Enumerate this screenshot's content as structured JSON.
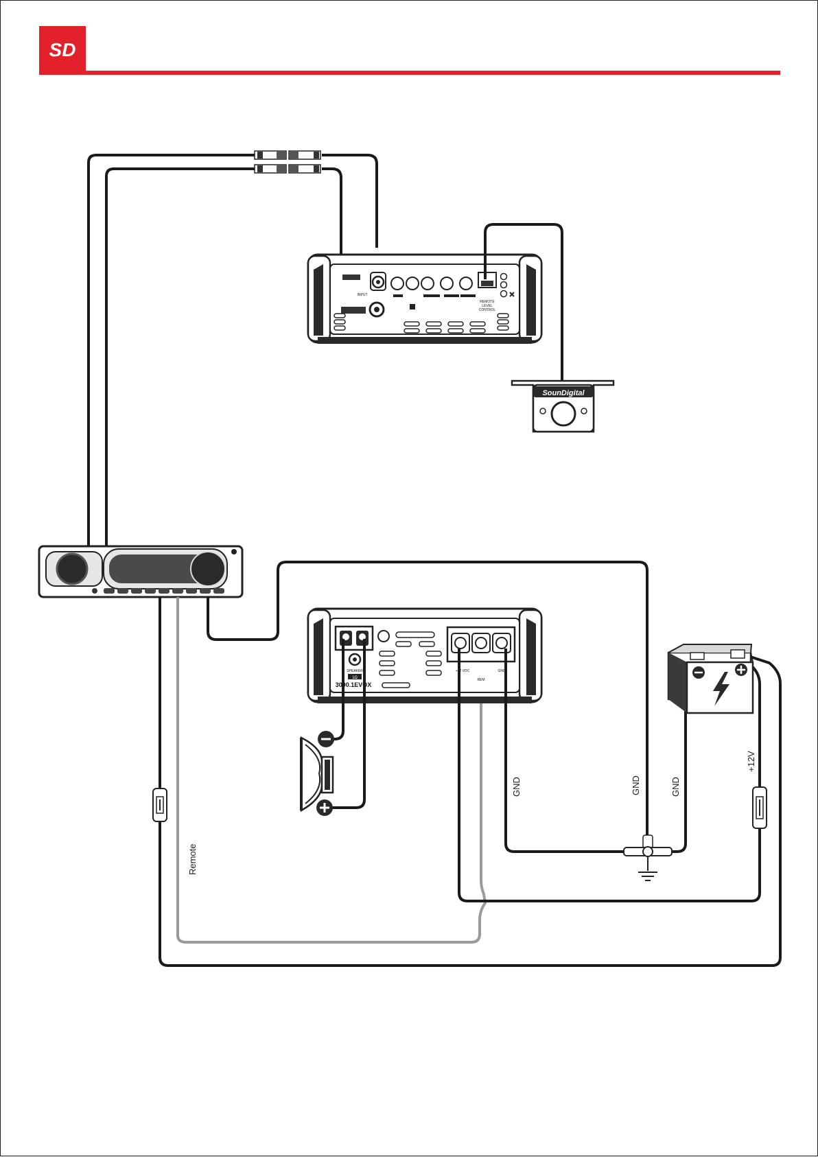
{
  "header": {
    "logo_text": "SD",
    "accent_color": "#e2212b"
  },
  "amplifier_top": {
    "input_label": "INPUT",
    "remote_level_label_1": "REMOTE",
    "remote_level_label_2": "LEVEL",
    "remote_level_label_3": "CONTROL"
  },
  "remote_control": {
    "brand_text": "SounDigital"
  },
  "amplifier_bottom": {
    "speaker_label": "SPEAKER",
    "speaker_ohm": "1Ω",
    "model": "3000.1EVOX",
    "terminal_12v": "+12 VDC",
    "terminal_rem": "REM",
    "terminal_gnd": "GND"
  },
  "wire_labels": {
    "remote": "Remote",
    "gnd_1": "GND",
    "gnd_2": "GND",
    "gnd_3": "GND",
    "plus12v": "+12V"
  },
  "colors": {
    "wire": "#1a1a1a",
    "remote_wire": "#9a9a9a",
    "device_fill": "#e6e6e6",
    "device_dark": "#2a2a2a"
  }
}
